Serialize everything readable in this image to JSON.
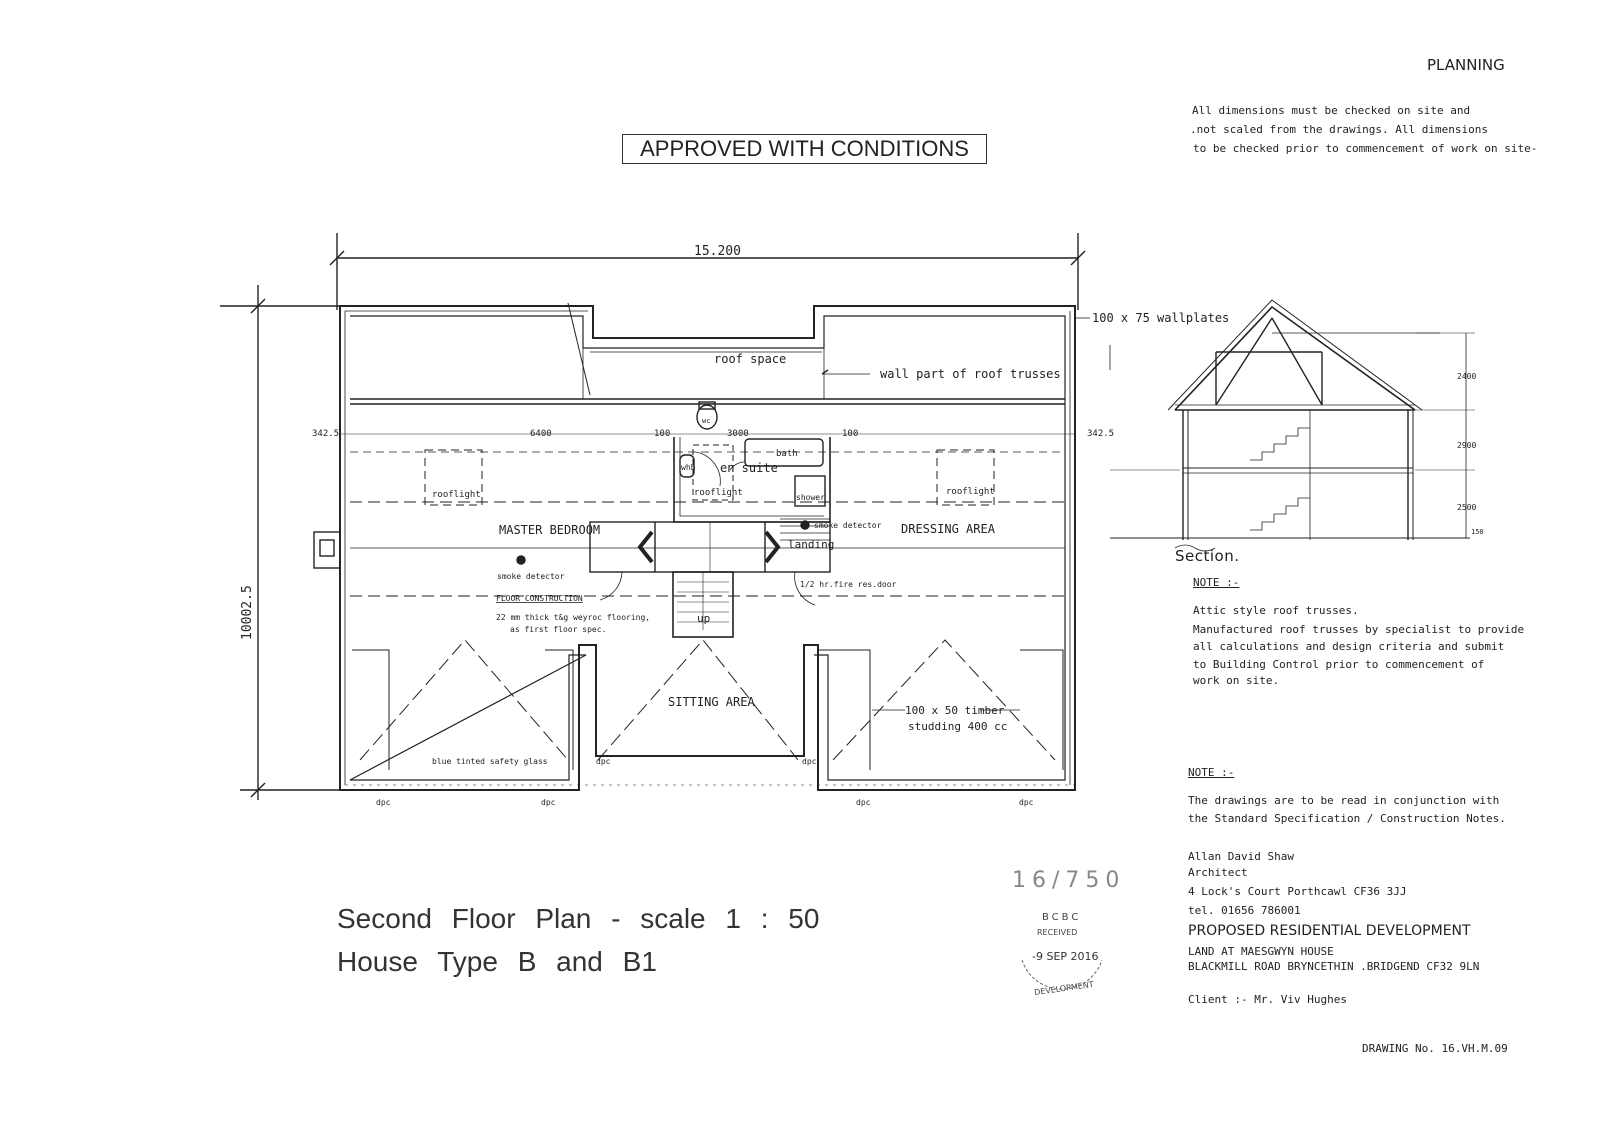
{
  "header": {
    "planning": "PLANNING",
    "approved": "APPROVED WITH CONDITIONS",
    "dims_note": [
      "All dimensions must be checked on site and",
      ".not scaled from the drawings. All dimensions",
      "to be checked prior to commencement of work on site-"
    ]
  },
  "plan": {
    "overall_width": "15.200",
    "overall_depth": "10002.5",
    "wallplates": "100 x 75 wallplates",
    "roof_space": "roof space",
    "wall_part": "wall part of roof trusses",
    "dim_342_left": "342.5",
    "dim_6400": "6400",
    "dim_100a": "100",
    "dim_3000": "3000",
    "dim_100b": "100",
    "dim_342_right": "342.5",
    "wc": "wc",
    "bath": "bath",
    "whb": "whb",
    "en_suite": "en suite",
    "rooflight_left": "rooflight",
    "rooflight_mid": "rooflight",
    "rooflight_right": "rooflight",
    "shower": "shower",
    "master_bedroom": "MASTER BEDROOM",
    "dressing_area": "DRESSING AREA",
    "smoke_detector_right": "smoke detector",
    "landing": "landing",
    "smoke_detector_left": "smoke detector",
    "floor_construction": "FLOOR CONSTRUCTION",
    "floor_spec_1": "22 mm thick t&g weyroc flooring,",
    "floor_spec_2": "as first floor spec.",
    "fire_door": "1/2 hr.fire res.door",
    "up": "up",
    "sitting_area": "SITTING AREA",
    "timber_1": "100 x 50 timber",
    "timber_2": "studding 400 cc",
    "glass": "blue tinted safety glass",
    "dpc": [
      "dpc",
      "dpc",
      "dpc",
      "dpc",
      "dpc",
      "dpc"
    ]
  },
  "section": {
    "label": "Section.",
    "dim_2400": "2400",
    "dim_2900": "2900",
    "dim_2500": "2500",
    "dim_150": "150"
  },
  "note1": {
    "heading": "NOTE :-",
    "lines": [
      "Attic style roof trusses.",
      "Manufactured roof trusses by specialist to provide",
      "all calculations and design criteria and submit",
      "to Building Control prior to commencement of",
      "work on site."
    ]
  },
  "note2": {
    "heading": "NOTE :-",
    "lines": [
      "The drawings are to be read in conjunction with",
      "the Standard Specification / Construction Notes."
    ]
  },
  "architect": {
    "name": "Allan David Shaw",
    "title": "Architect",
    "address": "4 Lock's Court Porthcawl CF36 3JJ",
    "tel": "tel. 01656 786001"
  },
  "project": {
    "title": "PROPOSED RESIDENTIAL DEVELOPMENT",
    "land": "LAND AT MAESGWYN HOUSE",
    "road": "BLACKMILL ROAD BRYNCETHIN .BRIDGEND CF32 9LN",
    "client": "Client :- Mr. Viv Hughes"
  },
  "title_block": {
    "line1": "Second Floor Plan - scale 1 : 50",
    "line2": "House Type B and B1"
  },
  "stamp": {
    "ref": "16/750",
    "org": "BCBC",
    "received": "RECEIVED",
    "date": "-9 SEP 2016",
    "dept": "DEVELOPMENT"
  },
  "drawing_no": "DRAWING No. 16.VH.M.09"
}
